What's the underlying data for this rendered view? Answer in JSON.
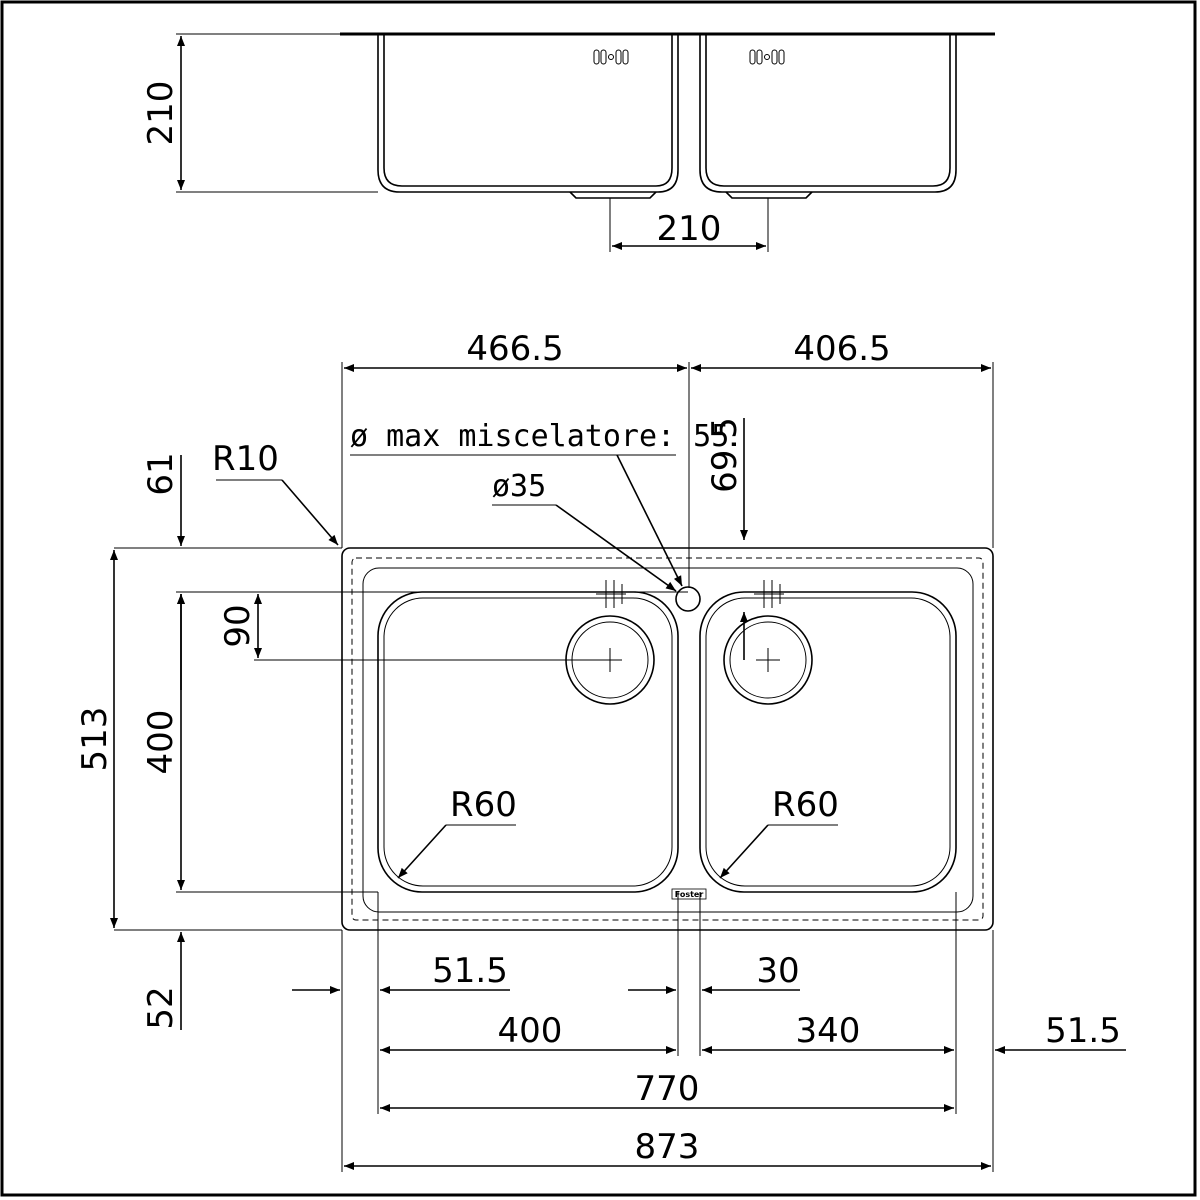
{
  "colors": {
    "line": "#000000",
    "background": "#ffffff"
  },
  "dimensions": {
    "side_height": "210",
    "drain_spacing": "210",
    "left_width": "466.5",
    "right_width": "406.5",
    "mixer_note": "ø max miscelatore: 55",
    "tap_hole": "ø35",
    "tap_offset": "69.5",
    "corner_radius": "R10",
    "top_margin": "61",
    "drain_offset": "90",
    "overall_depth": "513",
    "bowl_depth": "400",
    "bowl_radius_left": "R60",
    "bowl_radius_right": "R60",
    "bottom_margin": "52",
    "left_margin": "51.5",
    "divider_width": "30",
    "left_bowl_width": "400",
    "right_bowl_width": "340",
    "right_margin": "51.5",
    "bowls_total": "770",
    "overall_width": "873"
  },
  "logo_text": "Foster"
}
